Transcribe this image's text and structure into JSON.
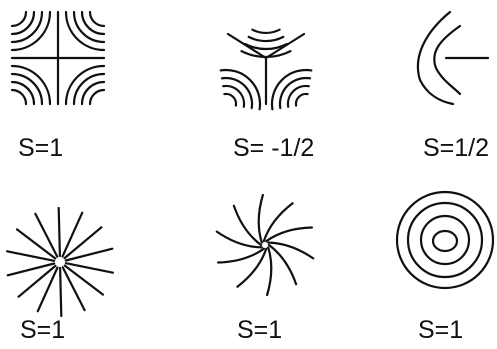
{
  "defects": [
    {
      "label": "S=1",
      "pattern": "saddle-square-icon"
    },
    {
      "label": "S= -1/2",
      "pattern": "trefoil-icon"
    },
    {
      "label": "S=1/2",
      "pattern": "comet-icon"
    },
    {
      "label": "S=1",
      "pattern": "radial-aster-icon"
    },
    {
      "label": "S=1",
      "pattern": "spiral-vortex-icon"
    },
    {
      "label": "S=1",
      "pattern": "concentric-circles-icon"
    }
  ]
}
